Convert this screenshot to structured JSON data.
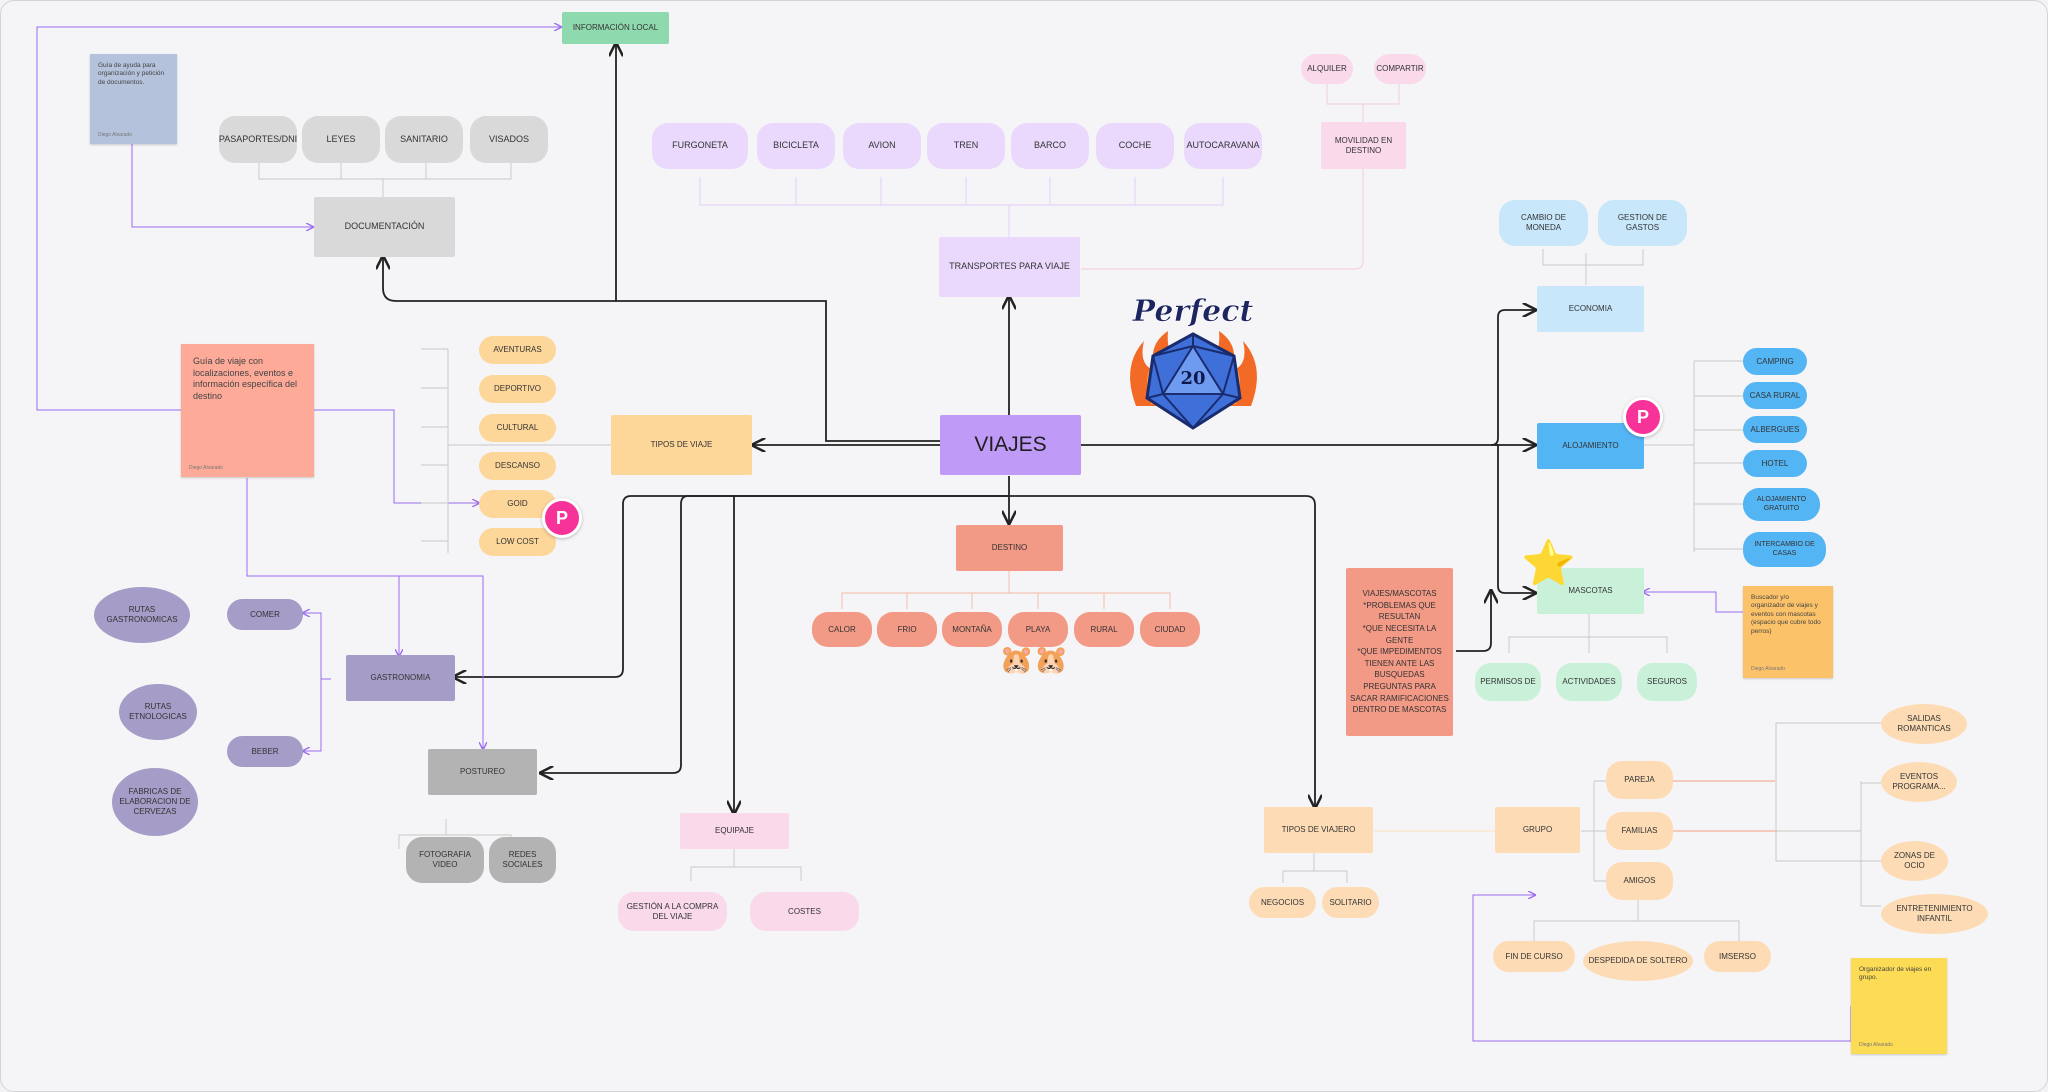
{
  "center": "VIAJES",
  "info_local": "INFORMACIÓN LOCAL",
  "documentacion": {
    "title": "DOCUMENTACIÓN",
    "items": [
      "PASAPORTES/DNI",
      "LEYES",
      "SANITARIO",
      "VISADOS"
    ],
    "sticky": "Guía de ayuda para organización y petición de documentos.",
    "sticky_author": "Diego Alvarado"
  },
  "transportes": {
    "title": "TRANSPORTES PARA VIAJE",
    "items": [
      "FURGONETA",
      "BICICLETA",
      "AVION",
      "TREN",
      "BARCO",
      "COCHE",
      "AUTOCARAVANA"
    ]
  },
  "movilidad": {
    "title": "MOVILIDAD EN DESTINO",
    "items": [
      "ALQUILER",
      "COMPARTIR"
    ]
  },
  "economia": {
    "title": "ECONOMIA",
    "items": [
      "CAMBIO DE MONEDA",
      "GESTION DE GASTOS"
    ]
  },
  "alojamiento": {
    "title": "ALOJAMIENTO",
    "items": [
      "CAMPING",
      "CASA RURAL",
      "ALBERGUES",
      "HOTEL",
      "ALOJAMIENTO GRATUITO",
      "INTERCAMBIO DE CASAS"
    ]
  },
  "mascotas": {
    "title": "MASCOTAS",
    "items": [
      "PERMISOS DE",
      "ACTIVIDADES",
      "SEGUROS"
    ],
    "note": "VIAJES/MASCOTAS\n*PROBLEMAS QUE RESULTAN\n*QUE NECESITA LA GENTE\n*QUE IMPEDIMENTOS TIENEN ANTE LAS BUSQUEDAS\nPREGUNTAS PARA SACAR RAMIFICACIONES DENTRO DE MASCOTAS",
    "sticky": "Buscador y/o organizador de viajes y eventos con mascotas (espacio que cubre todo perros)",
    "sticky_author": "Diego Alvarado"
  },
  "tipos_viaje": {
    "title": "TIPOS DE VIAJE",
    "items": [
      "AVENTURAS",
      "DEPORTIVO",
      "CULTURAL",
      "DESCANSO",
      "GOID",
      "LOW COST"
    ]
  },
  "guia": {
    "sticky": "Guía de viaje con localizaciones, eventos e información específica del destino",
    "sticky_author": "Diego Alvarado"
  },
  "destino": {
    "title": "DESTINO",
    "items": [
      "CALOR",
      "FRIO",
      "MONTAÑA",
      "PLAYA",
      "RURAL",
      "CIUDAD"
    ]
  },
  "gastronomia": {
    "title": "GASTRONOMIA",
    "comer": "COMER",
    "beber": "BEBER",
    "rutas_gastro": "RUTAS GASTRONOMICAS",
    "rutas_etno": "RUTAS ETNOLOGICAS",
    "fabricas": "FABRICAS DE ELABORACION DE CERVEZAS"
  },
  "postureo": {
    "title": "POSTUREO",
    "items": [
      "FOTOGRAFIA VIDEO",
      "REDES SOCIALES"
    ]
  },
  "equipaje": {
    "title": "EQUIPAJE",
    "items": [
      "GESTIÓN A LA COMPRA DEL VIAJE",
      "COSTES"
    ]
  },
  "tipos_viajero": {
    "title": "TIPOS DE VIAJERO",
    "items": [
      "NEGOCIOS",
      "SOLITARIO"
    ],
    "grupo": "GRUPO",
    "grupo_items": [
      "PAREJA",
      "FAMILIAS",
      "AMIGOS"
    ],
    "amigos_items": [
      "FIN DE CURSO",
      "DESPEDIDA DE SOLTERO",
      "IMSERSO"
    ],
    "ocio_items": [
      "SALIDAS ROMANTICAS",
      "EVENTOS PROGRAMA...",
      "ZONAS DE OCIO",
      "ENTRETENIMIENTO INFANTIL"
    ],
    "sticky": "Organizador de viajes en grupo.",
    "sticky_author": "Diego Alvarado"
  },
  "badges": [
    "P",
    "P"
  ],
  "logo": {
    "text": "Perfect",
    "number": "20"
  },
  "emoji": "🐹🐹",
  "star": "⭐",
  "colors": {
    "center": "#c09af7",
    "info_local": "#8fd9ae",
    "gray": "#d9d9d9",
    "dark_gray": "#b3b3b3",
    "lavender": "#ead9fd",
    "pink": "#f9d9ea",
    "blue_light": "#c8e7fb",
    "blue": "#54b5f4",
    "mint": "#c9f1da",
    "orange_light": "#fdd699",
    "salmon": "#f29a86",
    "purple": "#a59cc7",
    "peach": "#fddcb5",
    "sticky_blue": "#b4c2dc",
    "sticky_red": "#fdaa99",
    "sticky_orange": "#fcc269",
    "sticky_yellow": "#fcdb55",
    "badge": "#f7339a"
  }
}
